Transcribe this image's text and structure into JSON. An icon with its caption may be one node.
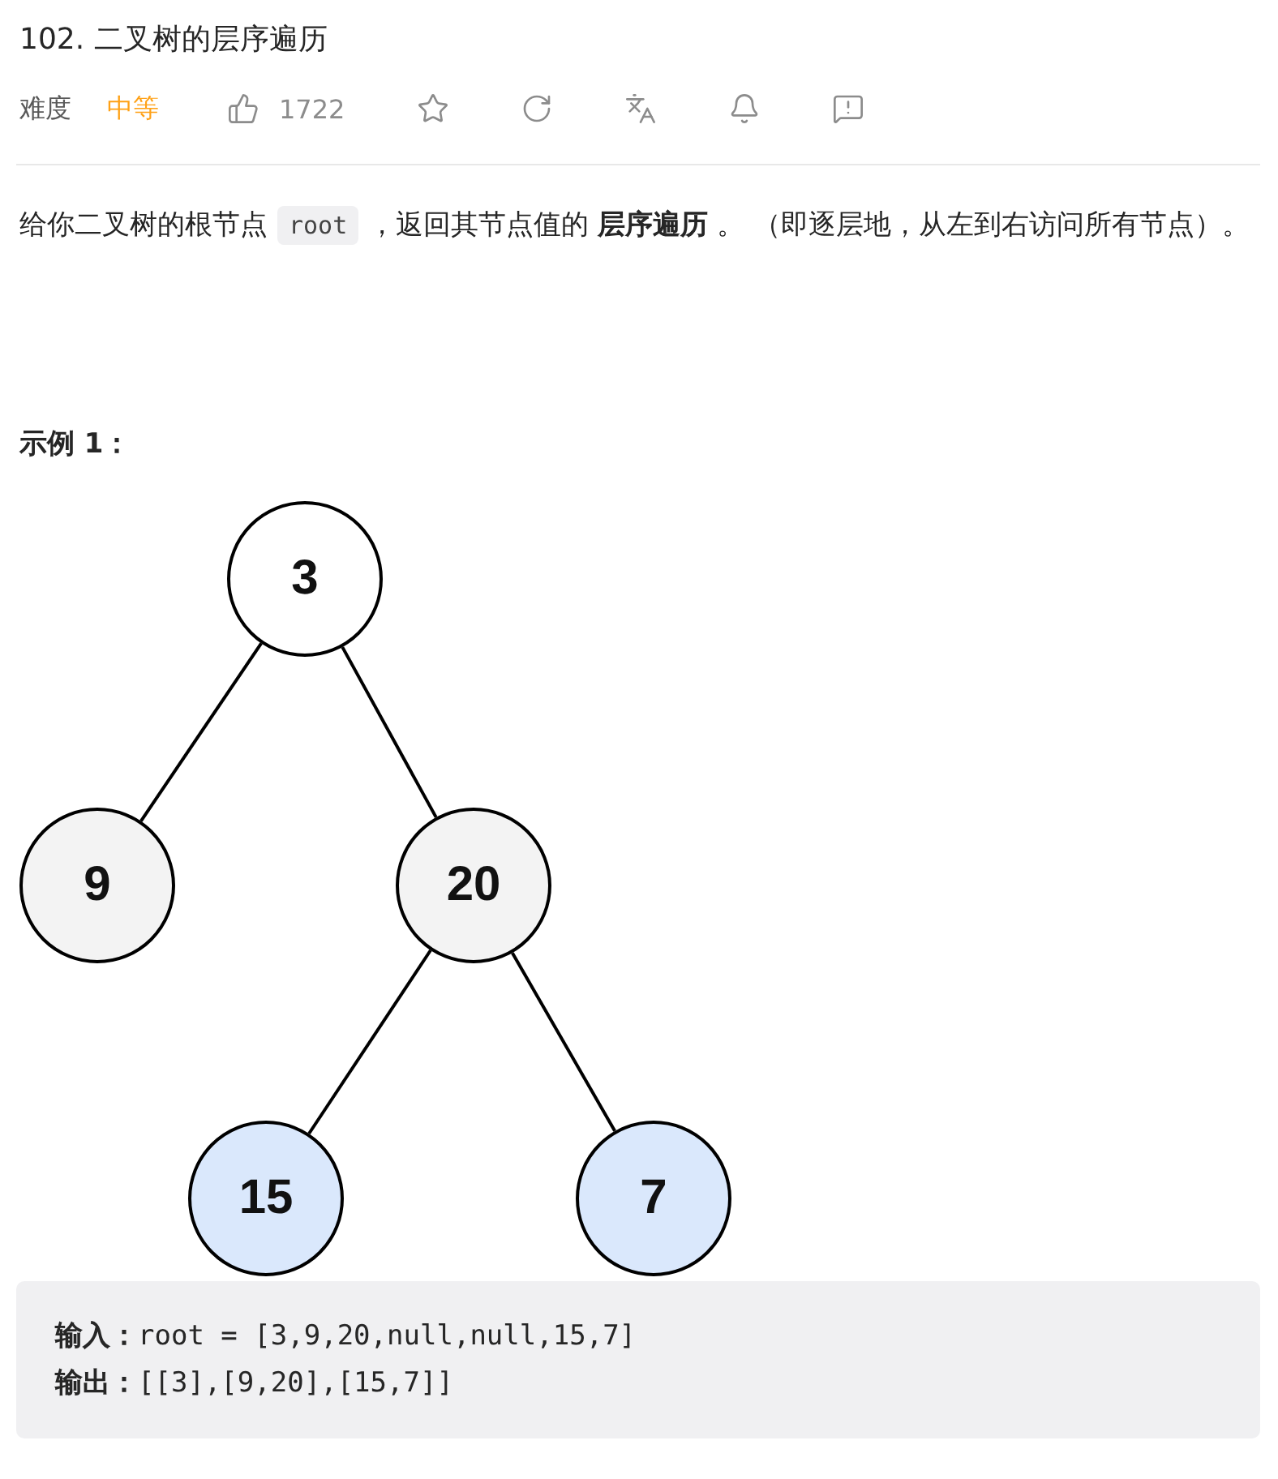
{
  "diagram": {
    "title": "102. 二叉树的层序遍历",
    "nodes": [
      {
        "text": [
          "3"
        ]
      },
      {
        "text": [
          "9"
        ]
      },
      {
        "text": [
          "20"
        ]
      },
      {
        "text": [
          "15"
        ]
      },
      {
        "text": [
          "7"
        ]
      }
    ],
    "edges": [
      {
        "from": 0,
        "to": 1,
        "arrow": "none"
      },
      {
        "from": 0,
        "to": 2,
        "arrow": "none"
      },
      {
        "from": 2,
        "to": 3,
        "arrow": "none"
      },
      {
        "from": 2,
        "to": 4,
        "arrow": "none"
      }
    ],
    "labels": [
      "难度",
      "中等",
      "1722",
      "给你二叉树的根节点",
      "root",
      "，返回其节点值的 **层序遍历** 。 （即逐层地，从左到右访问所有节点）。",
      "示例 1：",
      "**输入：**root = [3,9,20,null,null,15,7]",
      "**输出：**[[3],[9,20],[15,7]]"
    ]
  }
}
